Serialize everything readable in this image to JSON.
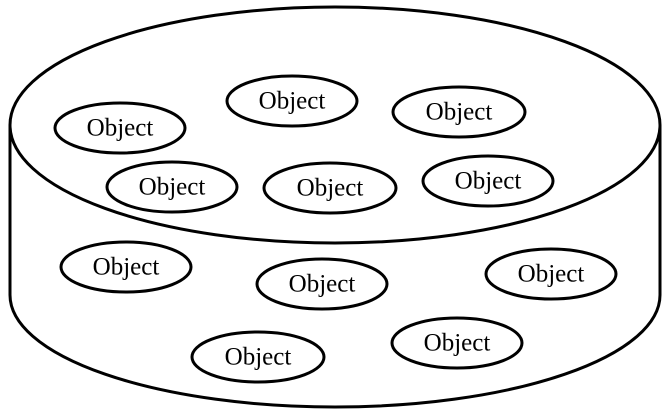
{
  "diagram": {
    "type": "cylinder-container",
    "colors": {
      "stroke": "#000000",
      "background": "#ffffff"
    },
    "objects": [
      {
        "label": "Object"
      },
      {
        "label": "Object"
      },
      {
        "label": "Object"
      },
      {
        "label": "Object"
      },
      {
        "label": "Object"
      },
      {
        "label": "Object"
      },
      {
        "label": "Object"
      },
      {
        "label": "Object"
      },
      {
        "label": "Object"
      },
      {
        "label": "Object"
      },
      {
        "label": "Object"
      }
    ]
  }
}
